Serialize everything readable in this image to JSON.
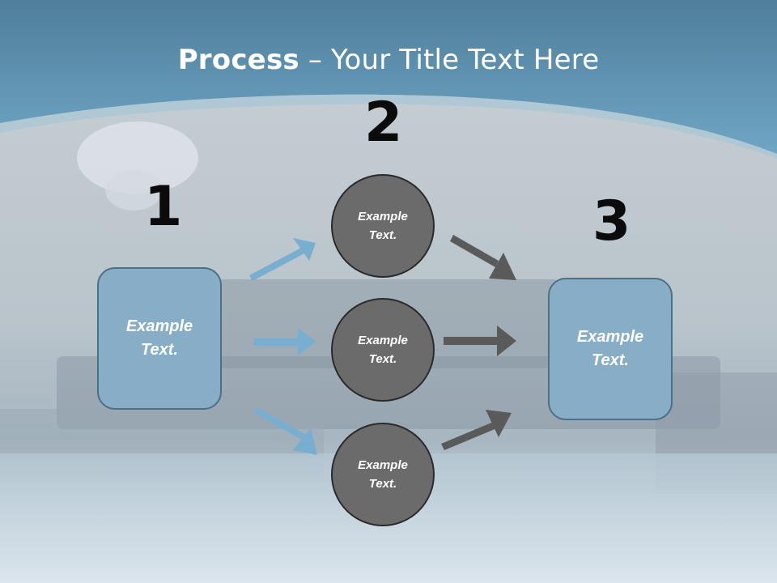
{
  "title": {
    "bold": "Process",
    "rest": " – Your Title Text Here"
  },
  "steps": {
    "n1": "1",
    "n2": "2",
    "n3": "3"
  },
  "left_box": {
    "text": "Example\nText."
  },
  "right_box": {
    "text": "Example\nText."
  },
  "circles": [
    {
      "text": "Example\nText."
    },
    {
      "text": "Example\nText."
    },
    {
      "text": "Example\nText."
    }
  ],
  "colors": {
    "header_blue": "#5e93b4",
    "box_fill": "#87aec6",
    "circle_fill": "#6b6b6b",
    "arrow_blue": "#7aaed0",
    "arrow_gray": "#5a5a5a"
  }
}
